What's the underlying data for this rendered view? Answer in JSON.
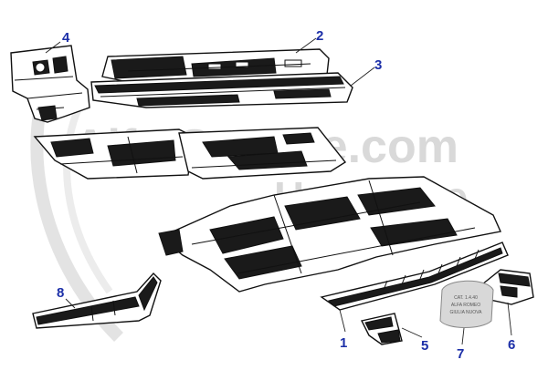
{
  "watermark": {
    "line1": "Alfa-Service.com",
    "line2": "Hardenne"
  },
  "callouts": [
    {
      "id": "1",
      "label": "1"
    },
    {
      "id": "2",
      "label": "2"
    },
    {
      "id": "3",
      "label": "3"
    },
    {
      "id": "4",
      "label": "4"
    },
    {
      "id": "5",
      "label": "5"
    },
    {
      "id": "6",
      "label": "6"
    },
    {
      "id": "7",
      "label": "7"
    },
    {
      "id": "8",
      "label": "8"
    }
  ],
  "badge": {
    "line1": "CAT. 1.4.40",
    "line2": "ALFA ROMEO",
    "line3": "GIULIA NUOVA"
  },
  "colors": {
    "callout": "#1c2fa8",
    "watermark": "#d9d9d9",
    "ink": "#111111"
  }
}
